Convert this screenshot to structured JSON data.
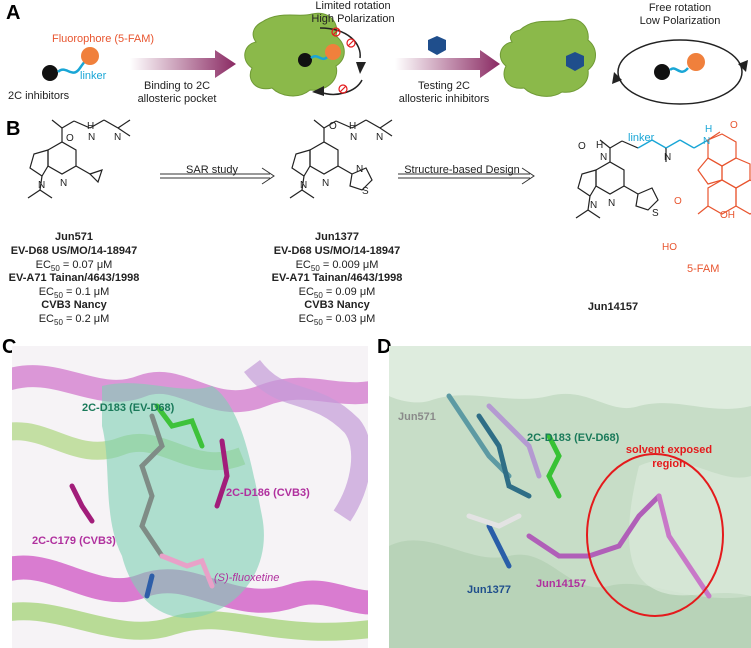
{
  "panels": {
    "a": "A",
    "b": "B",
    "c": "C",
    "d": "D"
  },
  "panel_a": {
    "fluorophore": "Fluorophore (5-FAM)",
    "linker": "linker",
    "inhibitors": "2C inhibitors",
    "binding": [
      "Binding to 2C",
      "allosteric pocket"
    ],
    "limited": [
      "Limited rotation",
      "High Polarization"
    ],
    "testing": [
      "Testing 2C",
      "allosteric inhibitors"
    ],
    "free": [
      "Free rotation",
      "Low Polarization"
    ]
  },
  "panel_b": {
    "sar": "SAR study",
    "sbd": "Structure-based Design",
    "c1": {
      "name": "Jun571",
      "s1": "EV-D68 US/MO/14-18947",
      "v1": "EC",
      "v1sub": "50",
      "v1val": " = 0.07 μM",
      "s2": "EV-A71 Tainan/4643/1998",
      "v2val": " = 0.1 μM",
      "s3": "CVB3 Nancy",
      "v3val": " = 0.2 μM"
    },
    "c2": {
      "name": "Jun1377",
      "s1": "EV-D68 US/MO/14-18947",
      "v1val": " = 0.009 μM",
      "s2": "EV-A71 Tainan/4643/1998",
      "v2val": " = 0.09 μM",
      "s3": "CVB3 Nancy",
      "v3val": " = 0.03 μM"
    },
    "c3": {
      "name": "Jun14157",
      "linker": "linker",
      "fam": "5-FAM"
    },
    "atoms": {
      "N": "N",
      "H": "H",
      "O": "O",
      "S": "S",
      "OH": "OH",
      "HO": "HO"
    }
  },
  "panel_c": {
    "d183": "2C-D183 (EV-D68)",
    "d186": "2C-D186 (CVB3)",
    "c179": "2C-C179 (CVB3)",
    "fluox": "(S)-fluoxetine"
  },
  "panel_d": {
    "jun571": "Jun571",
    "d183": "2C-D183 (EV-D68)",
    "solvent": [
      "solvent exposed",
      "region"
    ],
    "jun1377": "Jun1377",
    "jun14157": "Jun14157"
  },
  "colors": {
    "green": "#8bb94a",
    "purple": "#8a2a63",
    "fam": "#e8552f",
    "linker": "#19a6d6",
    "red": "#e41a1c",
    "teal": "#1a7a5a",
    "magenta": "#b0309e",
    "blue": "#1f4e8c"
  }
}
